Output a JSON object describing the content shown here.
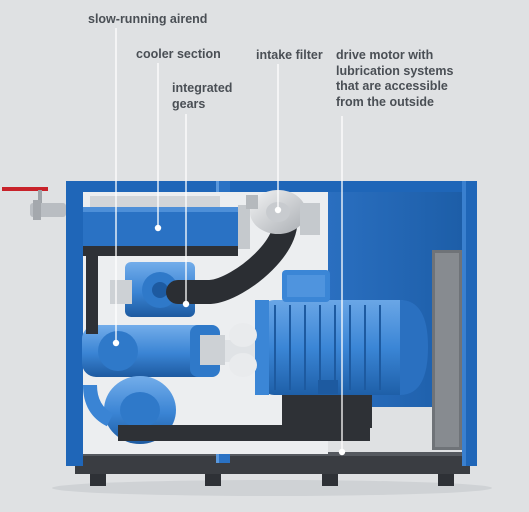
{
  "labels": {
    "airend": [
      "slow-running airend"
    ],
    "cooler": [
      "cooler section"
    ],
    "gears": [
      "integrated",
      "gears"
    ],
    "intake": [
      "intake filter"
    ],
    "motor": [
      "drive motor with",
      "lubrication systems",
      "that are accessible",
      "from the outside"
    ]
  },
  "colors": {
    "background": "#dfe1e3",
    "frame_blue": "#1f66b8",
    "frame_blue_dark": "#1a4f8e",
    "component_blue": "#3b86d6",
    "base_dark": "#3a3d42",
    "hose": "#2b2e33",
    "label_text": "#4a4f55",
    "valve_red": "#c8222a"
  }
}
